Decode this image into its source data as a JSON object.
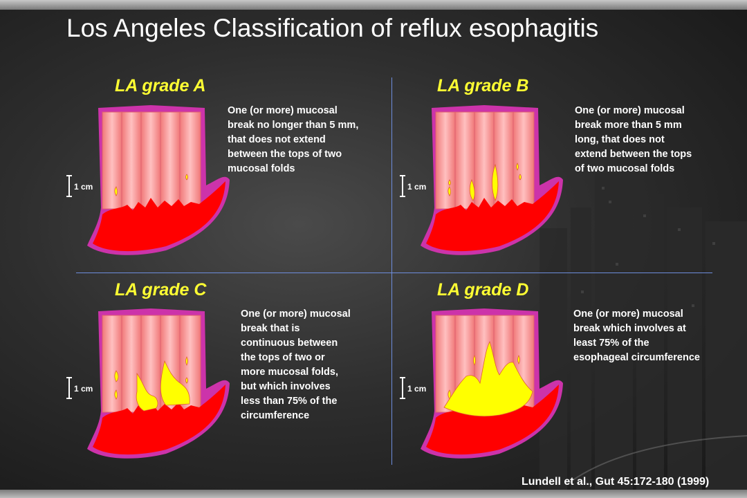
{
  "title": "Los Angeles Classification of reflux esophagitis",
  "scale_label": "1 cm",
  "grades": [
    {
      "label": "LA grade A",
      "lines": [
        "One (or more) mucosal",
        "break no longer than 5 mm,",
        "that does not extend",
        "between the tops of two",
        "mucosal folds"
      ]
    },
    {
      "label": "LA grade B",
      "lines": [
        "One (or more) mucosal",
        "break more than 5 mm",
        "long, that does not",
        "extend between the tops",
        "of two mucosal folds"
      ]
    },
    {
      "label": "LA grade C",
      "lines": [
        "One (or more) mucosal",
        "break that is",
        "continuous between",
        "the tops of two or",
        "more mucosal folds,",
        "but which involves",
        "less than 75% of the",
        "circumference"
      ]
    },
    {
      "label": "LA grade D",
      "lines": [
        "One (or more) mucosal",
        "break which involves at",
        "least 75% of the",
        "esophageal circumference"
      ]
    }
  ],
  "citation": "Lundell et al., Gut 45:172-180 (1999)",
  "colors": {
    "title": "#ffffff",
    "grade_label": "#ffff33",
    "divider": "#6e8ede",
    "mucosa": "#ff0000",
    "fold": "#f8a0a0",
    "erosion": "#ffff00",
    "outline": "#cc33aa"
  }
}
